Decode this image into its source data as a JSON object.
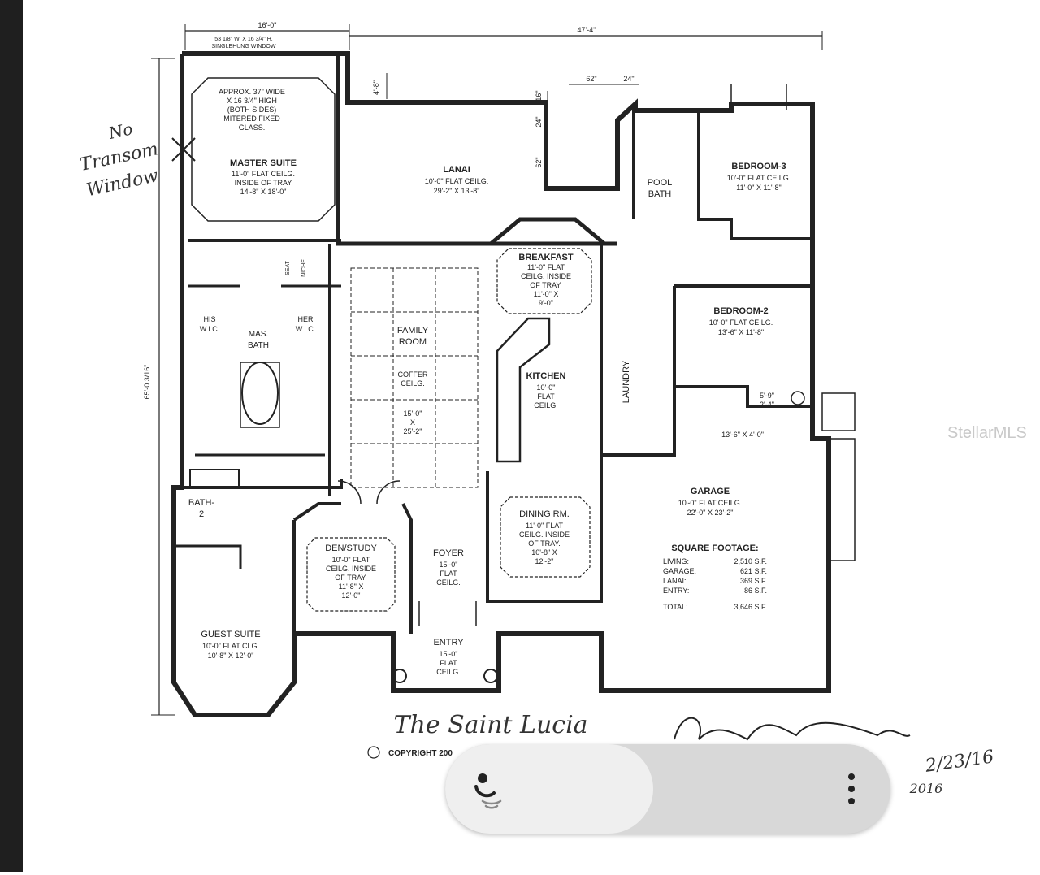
{
  "dimensions": {
    "top_left": "16'-0\"",
    "top_right": "47'-4\"",
    "left_vertical": "65'-0 3/16\"",
    "lanai_depth": "4'-8\"",
    "pool_a": "62\"",
    "pool_b": "24\"",
    "pool_c": "16\"",
    "pool_d": "24\"",
    "pool_e": "62\""
  },
  "window_note": [
    "53 1/8\" W. X 16 3/4\" H.",
    "SINGLEHUNG WINDOW"
  ],
  "glass_note": [
    "APPROX. 37\" WIDE",
    "X 16 3/4\" HIGH",
    "(BOTH SIDES)",
    "MITERED FIXED",
    "GLASS."
  ],
  "handwritten_note": [
    "No",
    "Transom",
    "Window"
  ],
  "rooms": {
    "master_suite": [
      "MASTER SUITE",
      "11'-0\" FLAT CEILG.",
      "INSIDE OF TRAY",
      "14'-8\" X 18'-0\""
    ],
    "lanai": [
      "LANAI",
      "10'-0\" FLAT CEILG.",
      "29'-2\" X 13'-8\""
    ],
    "bedroom3": [
      "BEDROOM-3",
      "10'-0\" FLAT CEILG.",
      "11'-0\" X 11'-8\""
    ],
    "pool_bath": [
      "POOL",
      "BATH"
    ],
    "breakfast": [
      "BREAKFAST",
      "11'-0\" FLAT",
      "CEILG. INSIDE",
      "OF TRAY.",
      "11'-0\" X",
      "9'-0\""
    ],
    "bedroom2": [
      "BEDROOM-2",
      "10'-0\" FLAT CEILG.",
      "13'-6\" X 11'-8\""
    ],
    "his_wic": [
      "HIS",
      "W.I.C."
    ],
    "her_wic": [
      "HER",
      "W.I.C."
    ],
    "mas_bath": [
      "MAS.",
      "BATH"
    ],
    "seat": "SEAT",
    "niche": "NICHE",
    "family_room": [
      "FAMILY",
      "ROOM",
      "COFFER",
      "CEILG.",
      "15'-0\"",
      "X",
      "25'-2\""
    ],
    "kitchen": [
      "KITCHEN",
      "10'-0\"",
      "FLAT",
      "CEILG."
    ],
    "laundry": "LAUNDRY",
    "closet": [
      "5'-9\"",
      "2'-4\""
    ],
    "storage": "13'-6\" X 4'-0\"",
    "bath2": [
      "BATH-",
      "2"
    ],
    "garage": [
      "GARAGE",
      "10'-0\" FLAT CEILG.",
      "22'-0\" X 23'-2\""
    ],
    "dining": [
      "DINING RM.",
      "11'-0\" FLAT",
      "CEILG. INSIDE",
      "OF TRAY.",
      "10'-8\" X",
      "12'-2\""
    ],
    "den": [
      "DEN/STUDY",
      "10'-0\" FLAT",
      "CEILG. INSIDE",
      "OF TRAY.",
      "11'-8\" X",
      "12'-0\""
    ],
    "foyer": [
      "FOYER",
      "15'-0\"",
      "FLAT",
      "CEILG."
    ],
    "guest_suite": [
      "GUEST SUITE",
      "10'-0\" FLAT CLG.",
      "10'-8\" X 12'-0\""
    ],
    "entry": [
      "ENTRY",
      "15'-0\"",
      "FLAT",
      "CEILG."
    ]
  },
  "square_footage": {
    "title": "SQUARE FOOTAGE:",
    "rows": [
      {
        "label": "LIVING:",
        "value": "2,510 S.F."
      },
      {
        "label": "GARAGE:",
        "value": "621 S.F."
      },
      {
        "label": "LANAI:",
        "value": "369 S.F."
      },
      {
        "label": "ENTRY:",
        "value": "86 S.F."
      }
    ],
    "total_label": "TOTAL:",
    "total_value": "3,646 S.F."
  },
  "plan_title": "The Saint Lucia",
  "copyright": "COPYRIGHT 200",
  "signature_date": [
    "2/23/16",
    "2016"
  ],
  "watermark": "StellarMLS",
  "icons": {
    "assistant": "assistant-icon",
    "more": "more-options-icon"
  },
  "colors": {
    "pill_bg": "#d8d8d8",
    "pill_left": "#efefef",
    "left_bar": "#1f1f1f"
  }
}
